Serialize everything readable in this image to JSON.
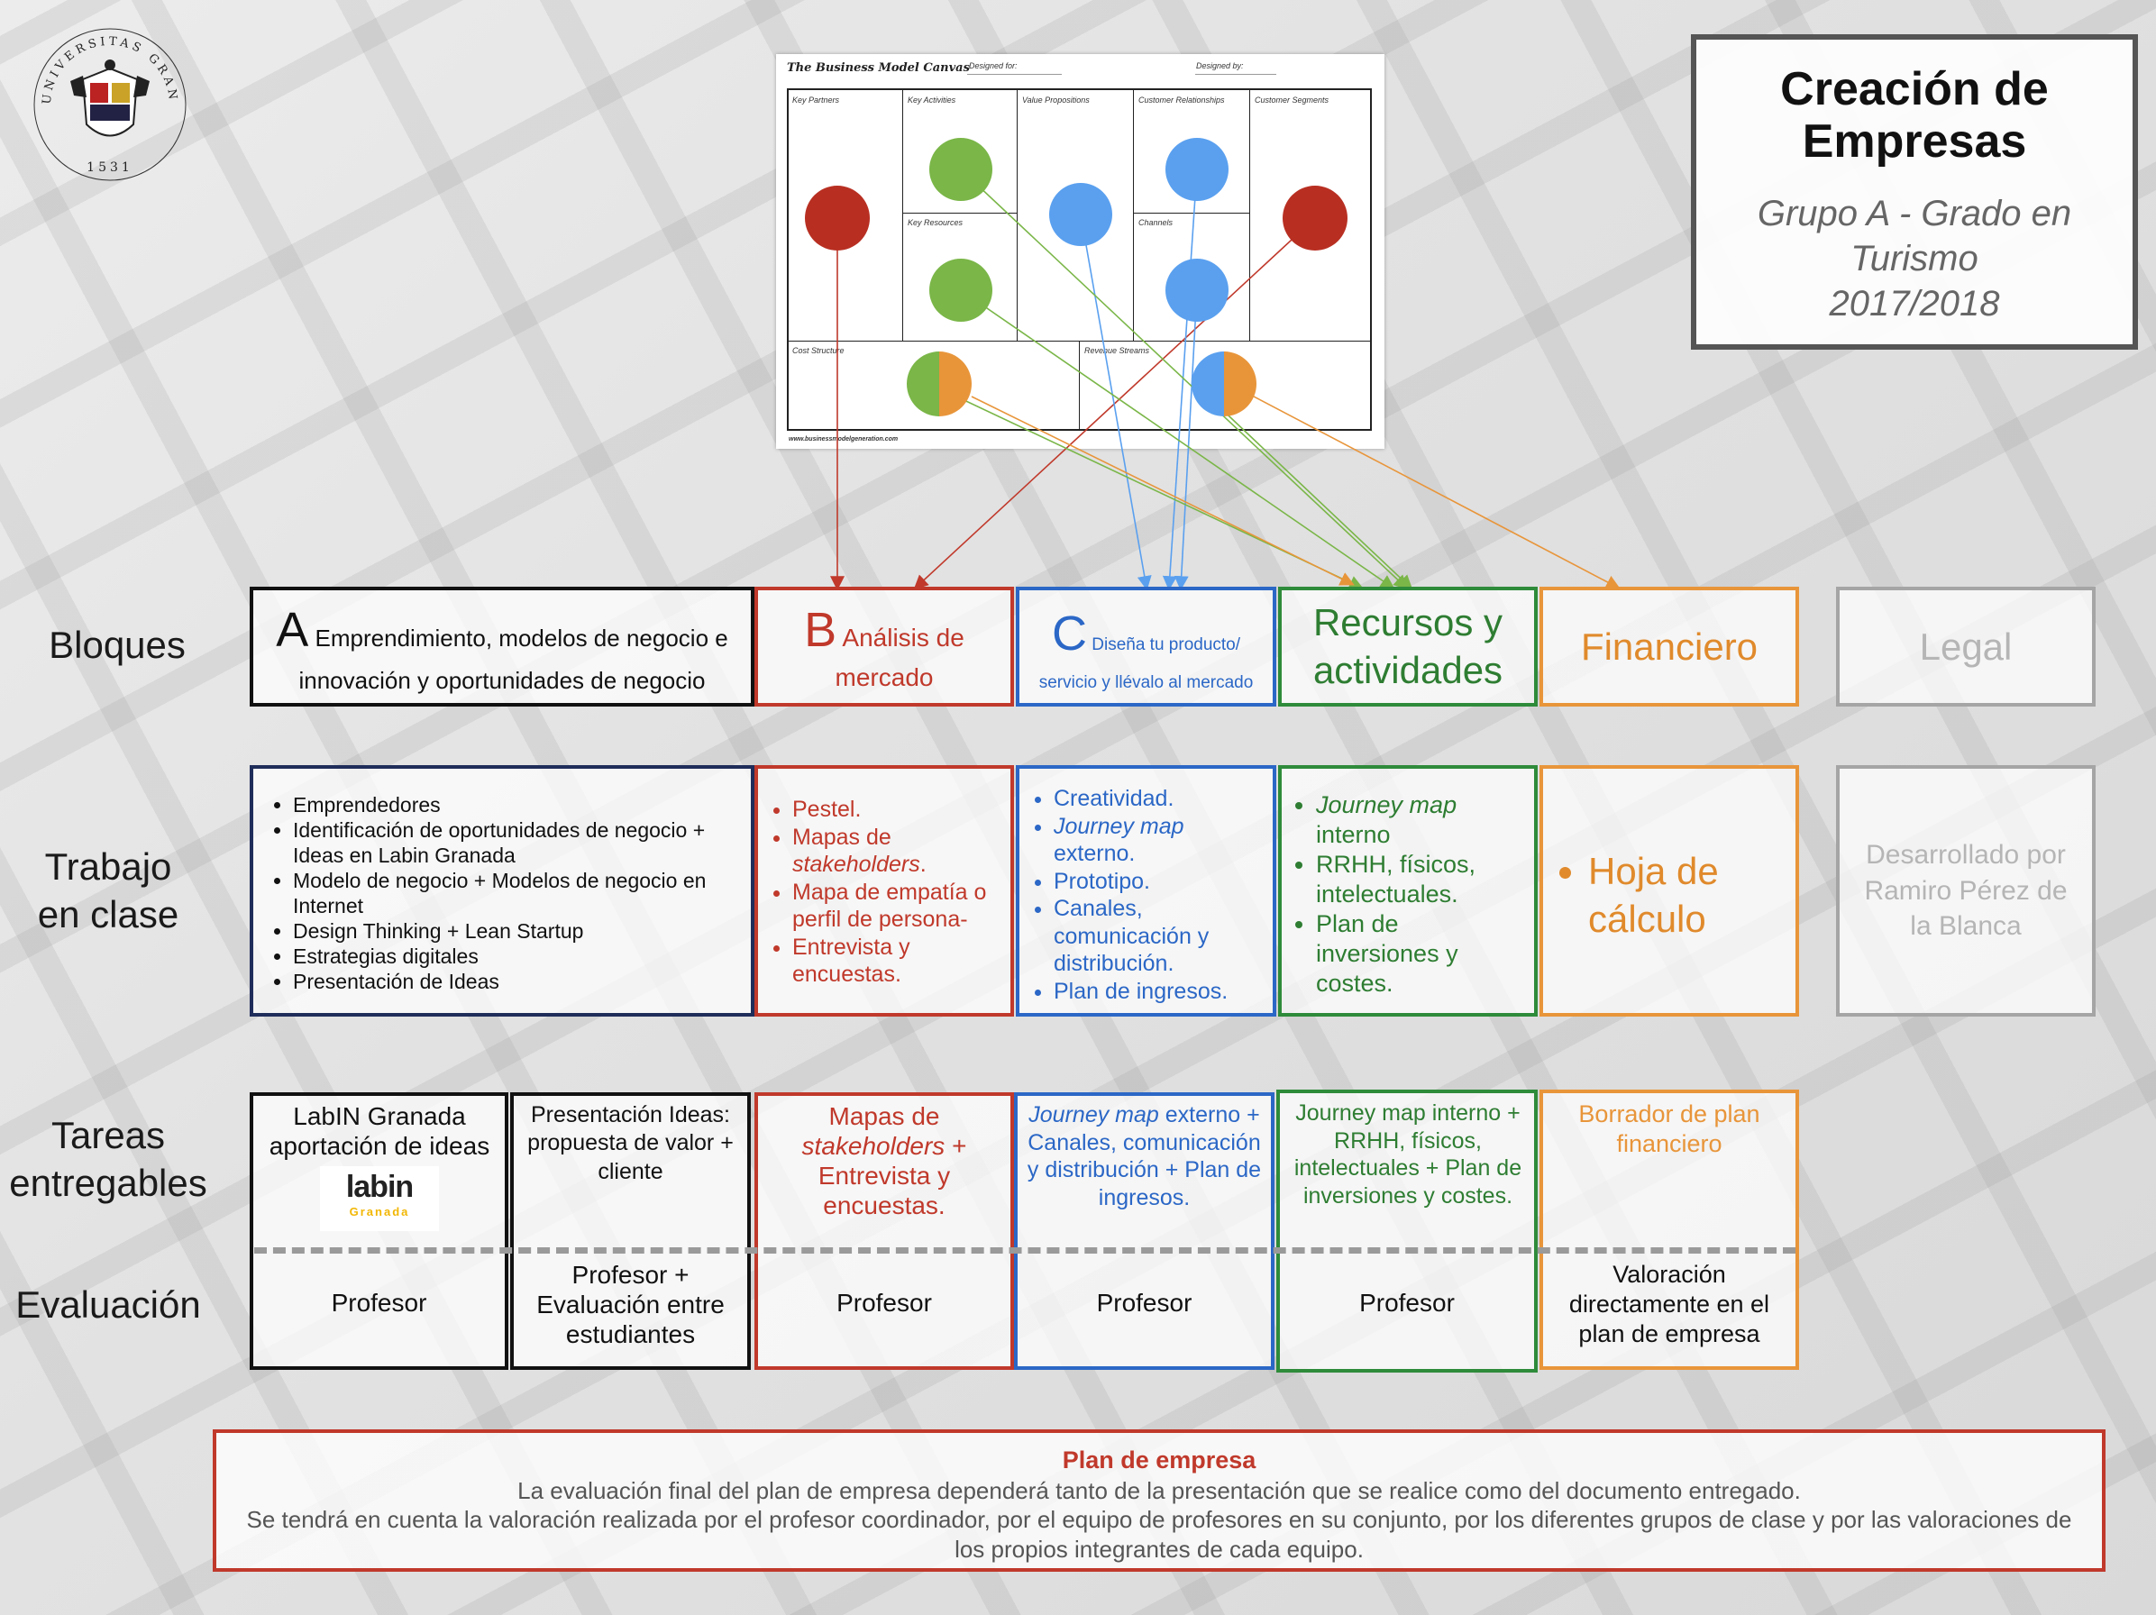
{
  "title": {
    "heading": "Creación de Empresas",
    "sub_line1": "Grupo A - Grado en",
    "sub_line2": "Turismo",
    "sub_line3": "2017/2018"
  },
  "logo": {
    "top_text": "UNIVERSITAS GRANATENSIS",
    "year": "1531"
  },
  "canvas": {
    "title": "The Business Model Canvas",
    "designed_for": "Designed for:",
    "designed_by": "Designed by:",
    "cells": {
      "key_partners": "Key Partners",
      "key_activities": "Key Activities",
      "key_resources": "Key Resources",
      "value_propositions": "Value Propositions",
      "customer_relationships": "Customer Relationships",
      "channels": "Channels",
      "customer_segments": "Customer Segments",
      "cost_structure": "Cost Structure",
      "revenue_streams": "Revenue Streams"
    },
    "footer": "www.businessmodelgeneration.com"
  },
  "rows": {
    "bloques": "Bloques",
    "trabajo_1": "Trabajo",
    "trabajo_2": "en clase",
    "tareas_1": "Tareas",
    "tareas_2": "entregables",
    "evaluacion": "Evaluación"
  },
  "bloques": {
    "a_letter": "A",
    "a_text": "Emprendimiento, modelos de negocio e innovación y oportunidades de negocio",
    "b_letter": "B",
    "b_text": "Análisis de mercado",
    "c_letter": "C",
    "c_text": "Diseña tu producto/ servicio y llévalo al mercado",
    "recursos": "Recursos y actividades",
    "financiero": "Financiero",
    "legal": "Legal"
  },
  "trabajo": {
    "a_items": [
      "Emprendedores",
      "Identificación de oportunidades de negocio + Ideas en Labin Granada",
      "Modelo de negocio + Modelos de negocio en Internet",
      "Design Thinking + Lean Startup",
      "Estrategias digitales",
      "Presentación de Ideas"
    ],
    "b_items": [
      "Pestel.",
      "Mapas de stakeholders.",
      "Mapa de empatía o perfil de persona-",
      "Entrevista y encuestas."
    ],
    "c_items": [
      "Creatividad.",
      "Journey map externo.",
      "Prototipo.",
      "Canales, comunicación y distribución.",
      "Plan de ingresos."
    ],
    "d_items": [
      "Journey map interno",
      "RRHH, físicos, intelectuales.",
      "Plan de inversiones y costes."
    ],
    "e_items": [
      "Hoja de cálculo"
    ],
    "legal": "Desarrollado por Ramiro Pérez de la Blanca"
  },
  "tareas": {
    "a1": "LabIN Granada aportación de ideas",
    "labin_logo": "labin",
    "labin_sub": "Granada",
    "a2": "Presentación Ideas: propuesta de valor + cliente",
    "b": "Mapas de stakeholders + Entrevista y encuestas.",
    "c_italic": "Journey map",
    "c_rest": "externo + Canales, comunicación y distribución + Plan de ingresos.",
    "d": "Journey map interno + RRHH, físicos, intelectuales + Plan de inversiones y costes.",
    "e": "Borrador de plan financiero"
  },
  "evaluacion": {
    "a1": "Profesor",
    "a2": "Profesor + Evaluación entre estudiantes",
    "b": "Profesor",
    "c": "Profesor",
    "d": "Profesor",
    "e": "Valoración directamente en el plan de empresa"
  },
  "plan": {
    "title": "Plan de empresa",
    "line1": "La evaluación final del plan de empresa dependerá tanto de la presentación que se realice como del documento entregado.",
    "line2": "Se tendrá en cuenta la valoración realizada por el profesor coordinador, por el equipo de profesores en su conjunto, por los diferentes grupos de clase y por las valoraciones de los propios integrantes de cada equipo."
  },
  "colors": {
    "red": "#c0392b",
    "blue": "#2b67c6",
    "green": "#2e8b3a",
    "orange": "#e8953a",
    "grey": "#a5a5a5",
    "circle_red": "#b82f22",
    "circle_green": "#7ab648",
    "circle_blue": "#5aa0ef",
    "circle_orange": "#e8953a"
  }
}
